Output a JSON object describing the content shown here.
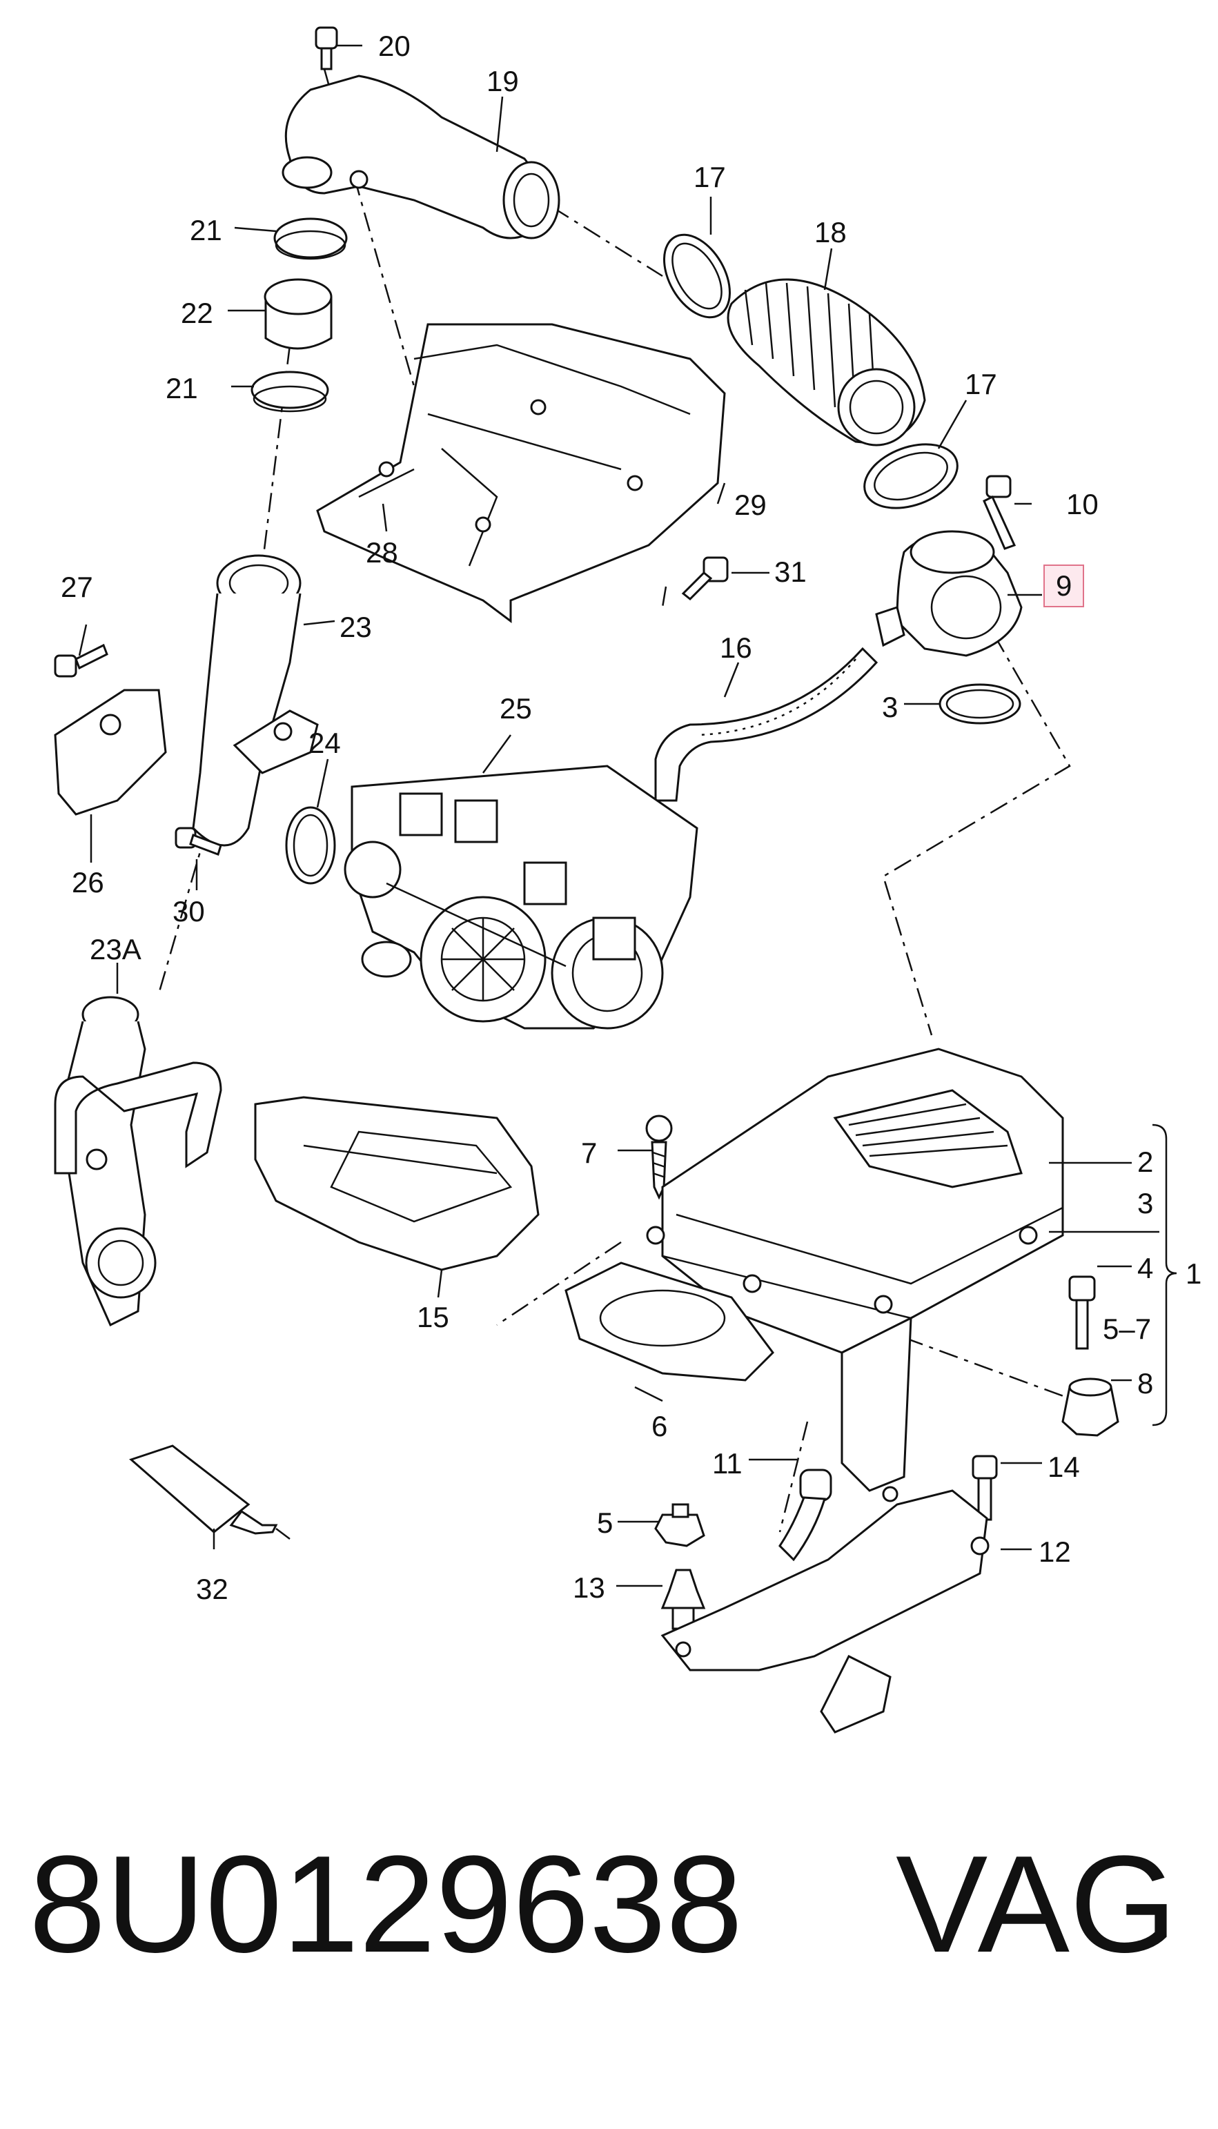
{
  "diagram": {
    "labels": {
      "l1": "1",
      "l2": "2",
      "l3a": "3",
      "l3b": "3",
      "l4": "4",
      "l5a": "5",
      "l57": "5–7",
      "l6": "6",
      "l7": "7",
      "l8": "8",
      "l9": "9",
      "l10": "10",
      "l11": "11",
      "l12": "12",
      "l13": "13",
      "l14": "14",
      "l15": "15",
      "l16": "16",
      "l17a": "17",
      "l17b": "17",
      "l18": "18",
      "l19": "19",
      "l20": "20",
      "l21a": "21",
      "l21b": "21",
      "l22": "22",
      "l23": "23",
      "l23a": "23A",
      "l24": "24",
      "l25": "25",
      "l26": "26",
      "l27": "27",
      "l28": "28",
      "l29": "29",
      "l30": "30",
      "l31": "31",
      "l32": "32"
    },
    "highlight_color": "#e0738a"
  },
  "caption": {
    "part_number": "8U0129638",
    "brand": "VAG"
  }
}
